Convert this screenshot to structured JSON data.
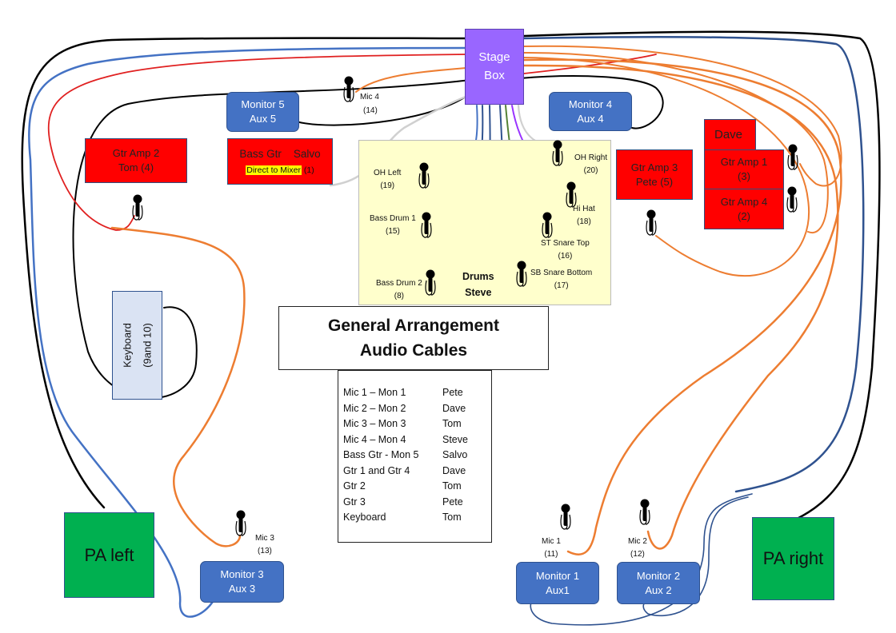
{
  "stage_box": {
    "line1": "Stage",
    "line2": "Box"
  },
  "drums_area": {
    "title": "Drums",
    "player": "Steve"
  },
  "title_box": {
    "line1": "General Arrangement",
    "line2": "Audio Cables"
  },
  "dave_label": "Dave",
  "amps": {
    "gtr_amp_2": {
      "line1": "Gtr Amp 2",
      "line2": "Tom (4)"
    },
    "gtr_amp_3": {
      "line1": "Gtr Amp 3",
      "line2": "Pete (5)"
    },
    "gtr_amp_1": {
      "line1": "Gtr Amp 1",
      "line2": "(3)"
    },
    "gtr_amp_4": {
      "line1": "Gtr Amp 4",
      "line2": "(2)"
    },
    "bass_gtr": {
      "line1": "Bass Gtr    Salvo",
      "direct": "Direct to Mixer",
      "channel": "(1)"
    }
  },
  "monitors": {
    "monitor_5": {
      "line1": "Monitor 5",
      "line2": "Aux 5"
    },
    "monitor_4": {
      "line1": "Monitor 4",
      "line2": "Aux 4"
    },
    "monitor_3": {
      "line1": "Monitor 3",
      "line2": "Aux 3"
    },
    "monitor_1": {
      "line1": "Monitor 1",
      "line2": "Aux1"
    },
    "monitor_2": {
      "line1": "Monitor 2",
      "line2": "Aux 2"
    }
  },
  "keyboard": {
    "line1": "Keyboard",
    "line2": "(9and 10)"
  },
  "pa": {
    "left": "PA left",
    "right": "PA right"
  },
  "mic_labels": {
    "mic4": {
      "name": "Mic 4",
      "ch": "(14)"
    },
    "oh_left": {
      "name": "OH Left",
      "ch": "(19)"
    },
    "bass_drum_1": {
      "name": "Bass Drum 1",
      "ch": "(15)"
    },
    "bass_drum_2": {
      "name": "Bass Drum 2",
      "ch": "(8)"
    },
    "oh_right": {
      "name": "OH Right",
      "ch": "(20)"
    },
    "hi_hat": {
      "name": "Hi Hat",
      "ch": "(18)"
    },
    "snare_top": {
      "name": "ST  Snare Top",
      "ch": "(16)"
    },
    "snare_bottom": {
      "name": "SB  Snare Bottom",
      "ch": "(17)"
    },
    "mic3": {
      "name": "Mic 3",
      "ch": "(13)"
    },
    "mic1": {
      "name": "Mic 1",
      "ch": "(11)"
    },
    "mic2": {
      "name": "Mic 2",
      "ch": "(12)"
    }
  },
  "legend": [
    {
      "item": "Mic 1 – Mon 1",
      "person": "Pete"
    },
    {
      "item": "Mic 2 – Mon 2",
      "person": "Dave"
    },
    {
      "item": "Mic 3 – Mon 3",
      "person": "Tom"
    },
    {
      "item": "Mic 4 – Mon 4",
      "person": "Steve"
    },
    {
      "item": "Bass Gtr - Mon 5",
      "person": "Salvo"
    },
    {
      "item": "Gtr 1 and Gtr 4",
      "person": "Dave"
    },
    {
      "item": "Gtr 2",
      "person": "Tom"
    },
    {
      "item": "Gtr 3",
      "person": "Pete"
    },
    {
      "item": "Keyboard",
      "person": "Tom"
    }
  ],
  "colors": {
    "amp_red": "#ff0000",
    "monitor_blue": "#4472c4",
    "pa_green": "#00b050",
    "stage_box_purple": "#9966ff",
    "drum_area_yellow": "#ffffcc",
    "keyboard_fill": "#dae3f3",
    "highlight_yellow": "#ffff00",
    "cable_orange": "#ed7d31",
    "cable_blue": "#4472c4",
    "cable_navy": "#2f528f",
    "cable_black": "#000000",
    "cable_grey": "#d0d0d0",
    "cable_green": "#548235",
    "cable_purple": "#9933ff",
    "cable_red": "#e02020"
  }
}
